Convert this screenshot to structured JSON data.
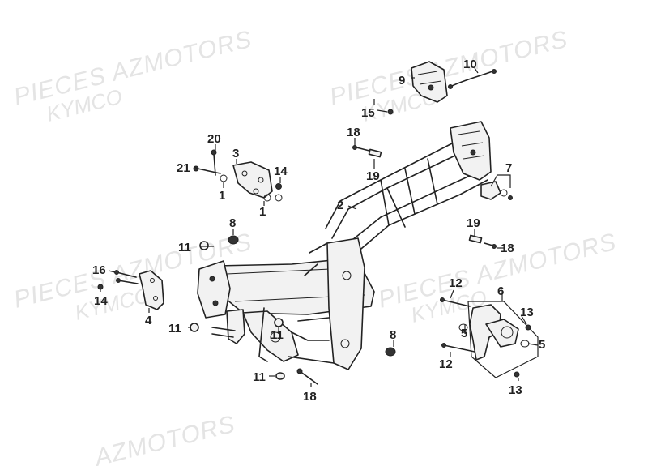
{
  "watermarks": [
    {
      "text": "PIECES AZMOTORS",
      "style": "big"
    },
    {
      "text": "KYMCO",
      "style": "small"
    },
    {
      "text": "PIECES AZMOTORS",
      "style": "big"
    },
    {
      "text": "KYMCO",
      "style": "small"
    },
    {
      "text": "PIECES AZMOTORS",
      "style": "big"
    },
    {
      "text": "KYMCO",
      "style": "small"
    },
    {
      "text": "PIECES AZMOTORS",
      "style": "big"
    },
    {
      "text": "KYMCO",
      "style": "small"
    },
    {
      "text": "AZMOTORS",
      "style": "big"
    }
  ],
  "callouts": [
    "10",
    "9",
    "15",
    "18",
    "19",
    "20",
    "3",
    "21",
    "14",
    "1",
    "1",
    "2",
    "7",
    "8",
    "11",
    "19",
    "18",
    "16",
    "14",
    "4",
    "12",
    "6",
    "13",
    "5",
    "5",
    "11",
    "11",
    "8",
    "12",
    "11",
    "13",
    "18"
  ],
  "icons": {
    "frame": "main-frame-drawing",
    "bracket": "bracket-drawing",
    "bolt": "bolt-drawing",
    "nut": "nut-drawing",
    "mount": "engine-mount-drawing",
    "cable": "cable-drawing"
  }
}
